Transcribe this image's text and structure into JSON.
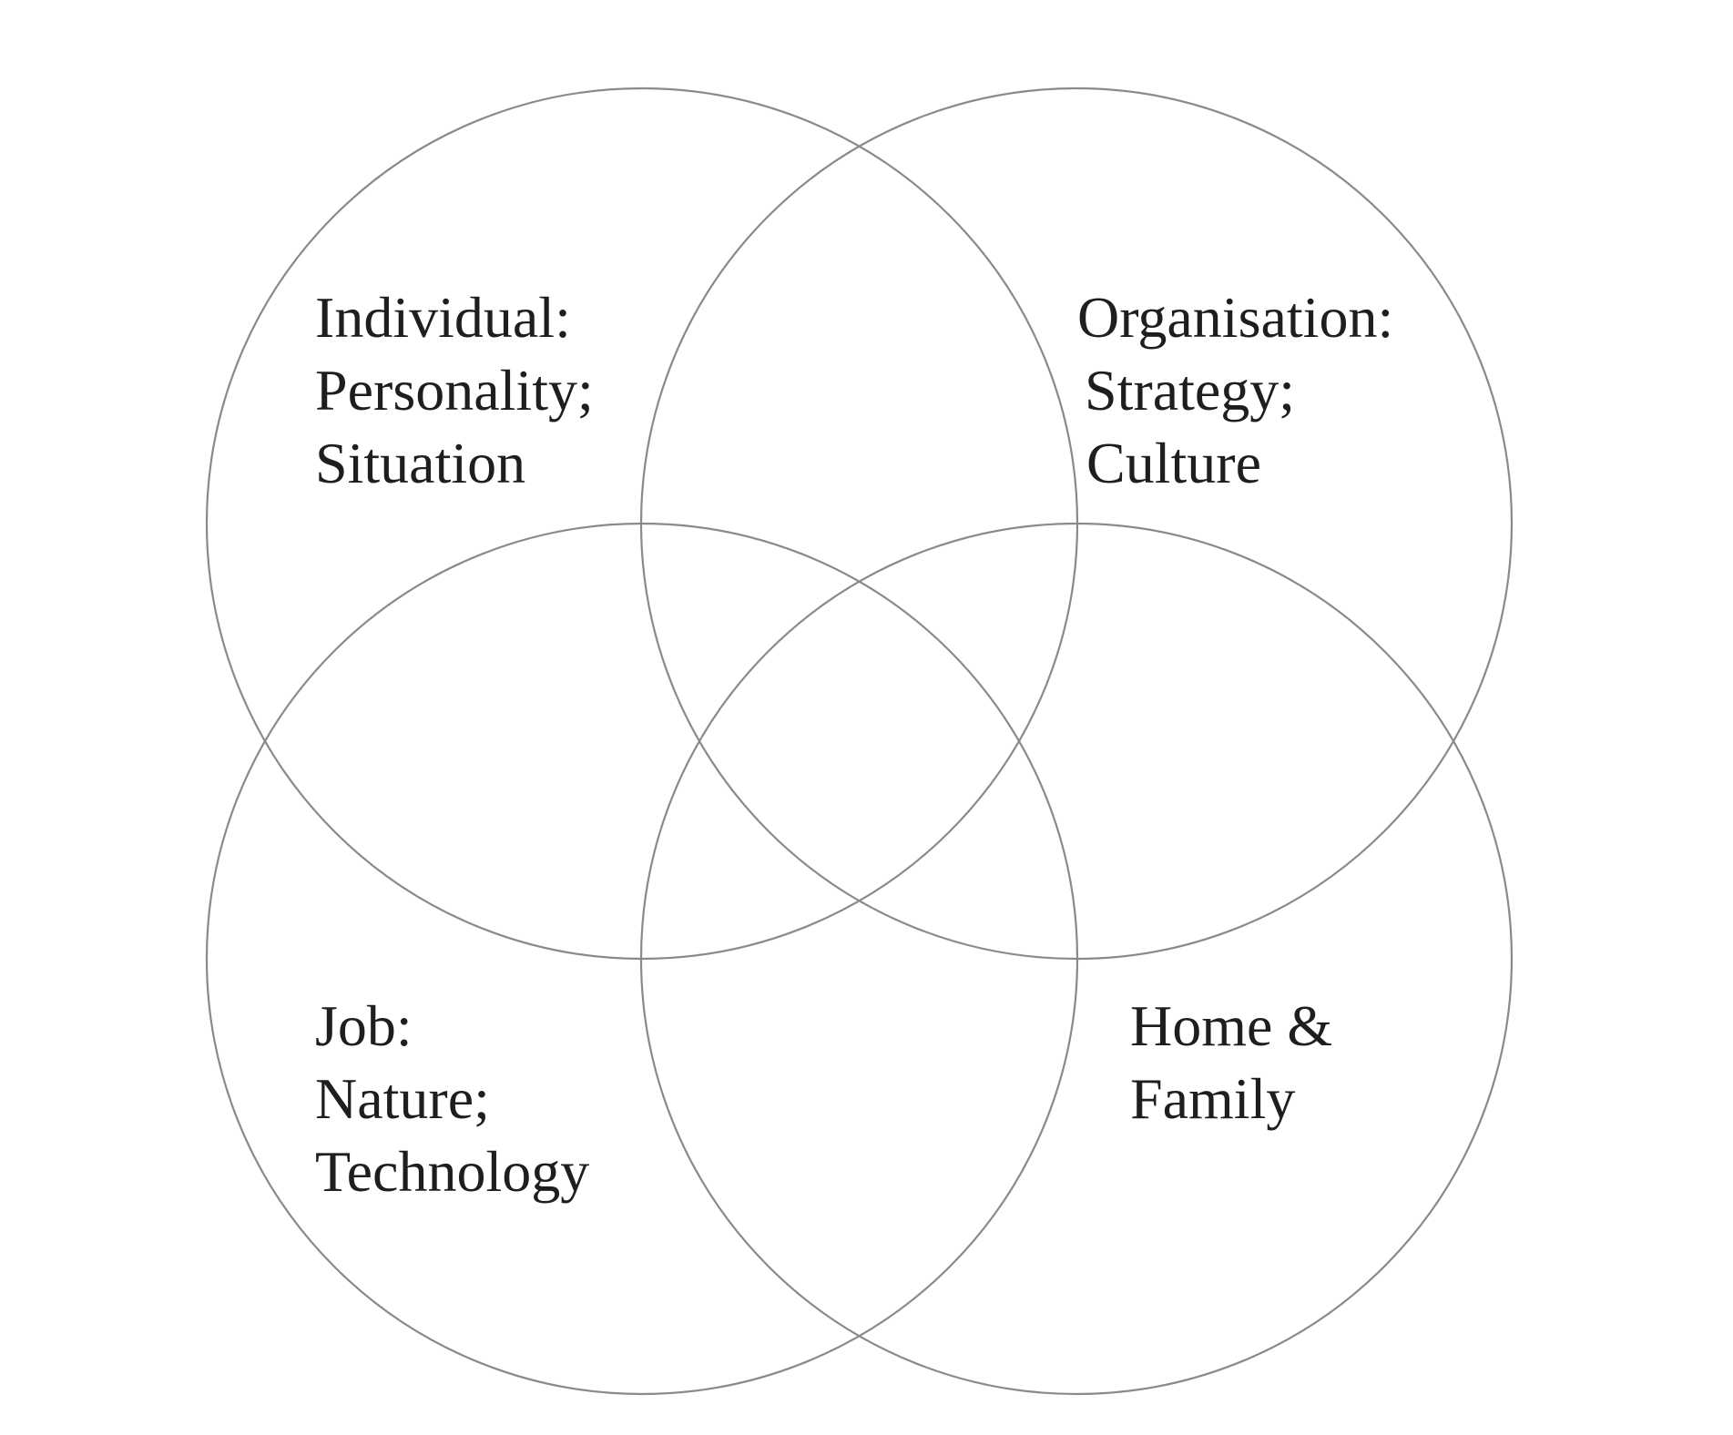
{
  "diagram": {
    "type": "venn",
    "stroke_color": "#8a8a8a",
    "text_color": "#1e1e1e",
    "background": "#ffffff",
    "sets": [
      {
        "id": "individual",
        "lines": [
          "Individual:",
          "Personality;",
          "Situation"
        ]
      },
      {
        "id": "organisation",
        "lines": [
          "Organisation:",
          "Strategy;",
          "Culture"
        ]
      },
      {
        "id": "job",
        "lines": [
          "Job:",
          "Nature;",
          "Technology"
        ]
      },
      {
        "id": "home",
        "lines": [
          "Home &",
          "Family"
        ]
      }
    ]
  }
}
